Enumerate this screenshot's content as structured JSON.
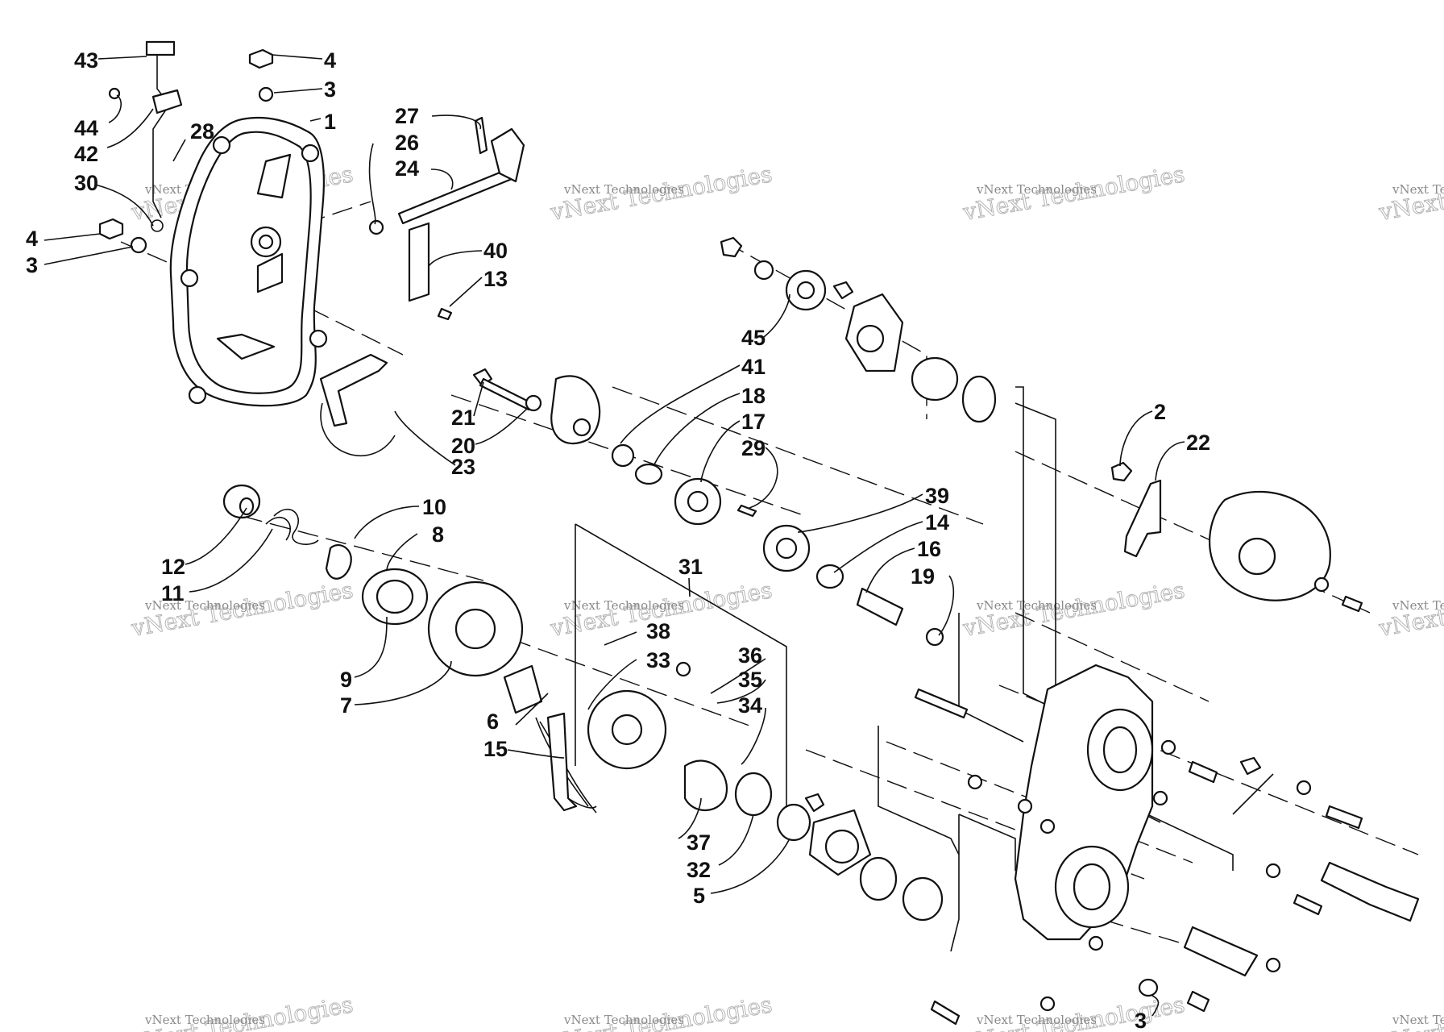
{
  "callouts": [
    {
      "id": "c43",
      "label": "43"
    },
    {
      "id": "c4a",
      "label": "4"
    },
    {
      "id": "c3a",
      "label": "3"
    },
    {
      "id": "c1",
      "label": "1"
    },
    {
      "id": "c44",
      "label": "44"
    },
    {
      "id": "c28",
      "label": "28"
    },
    {
      "id": "c42",
      "label": "42"
    },
    {
      "id": "c27",
      "label": "27"
    },
    {
      "id": "c26",
      "label": "26"
    },
    {
      "id": "c24",
      "label": "24"
    },
    {
      "id": "c30",
      "label": "30"
    },
    {
      "id": "c4b",
      "label": "4"
    },
    {
      "id": "c3b",
      "label": "3"
    },
    {
      "id": "c40",
      "label": "40"
    },
    {
      "id": "c13",
      "label": "13"
    },
    {
      "id": "c45",
      "label": "45"
    },
    {
      "id": "c41",
      "label": "41"
    },
    {
      "id": "c18",
      "label": "18"
    },
    {
      "id": "c17",
      "label": "17"
    },
    {
      "id": "c29",
      "label": "29"
    },
    {
      "id": "c21",
      "label": "21"
    },
    {
      "id": "c20",
      "label": "20"
    },
    {
      "id": "c23",
      "label": "23"
    },
    {
      "id": "c2",
      "label": "2"
    },
    {
      "id": "c22",
      "label": "22"
    },
    {
      "id": "c10",
      "label": "10"
    },
    {
      "id": "c8",
      "label": "8"
    },
    {
      "id": "c12",
      "label": "12"
    },
    {
      "id": "c11",
      "label": "11"
    },
    {
      "id": "c39",
      "label": "39"
    },
    {
      "id": "c14",
      "label": "14"
    },
    {
      "id": "c16",
      "label": "16"
    },
    {
      "id": "c19",
      "label": "19"
    },
    {
      "id": "c31",
      "label": "31"
    },
    {
      "id": "c38",
      "label": "38"
    },
    {
      "id": "c33",
      "label": "33"
    },
    {
      "id": "c36",
      "label": "36"
    },
    {
      "id": "c35",
      "label": "35"
    },
    {
      "id": "c34",
      "label": "34"
    },
    {
      "id": "c9",
      "label": "9"
    },
    {
      "id": "c7",
      "label": "7"
    },
    {
      "id": "c6",
      "label": "6"
    },
    {
      "id": "c15",
      "label": "15"
    },
    {
      "id": "c37",
      "label": "37"
    },
    {
      "id": "c32",
      "label": "32"
    },
    {
      "id": "c5",
      "label": "5"
    },
    {
      "id": "c3c",
      "label": "3"
    }
  ],
  "watermark": {
    "small_text": "vNext Technologies",
    "large_text": "vNext Technologies"
  }
}
